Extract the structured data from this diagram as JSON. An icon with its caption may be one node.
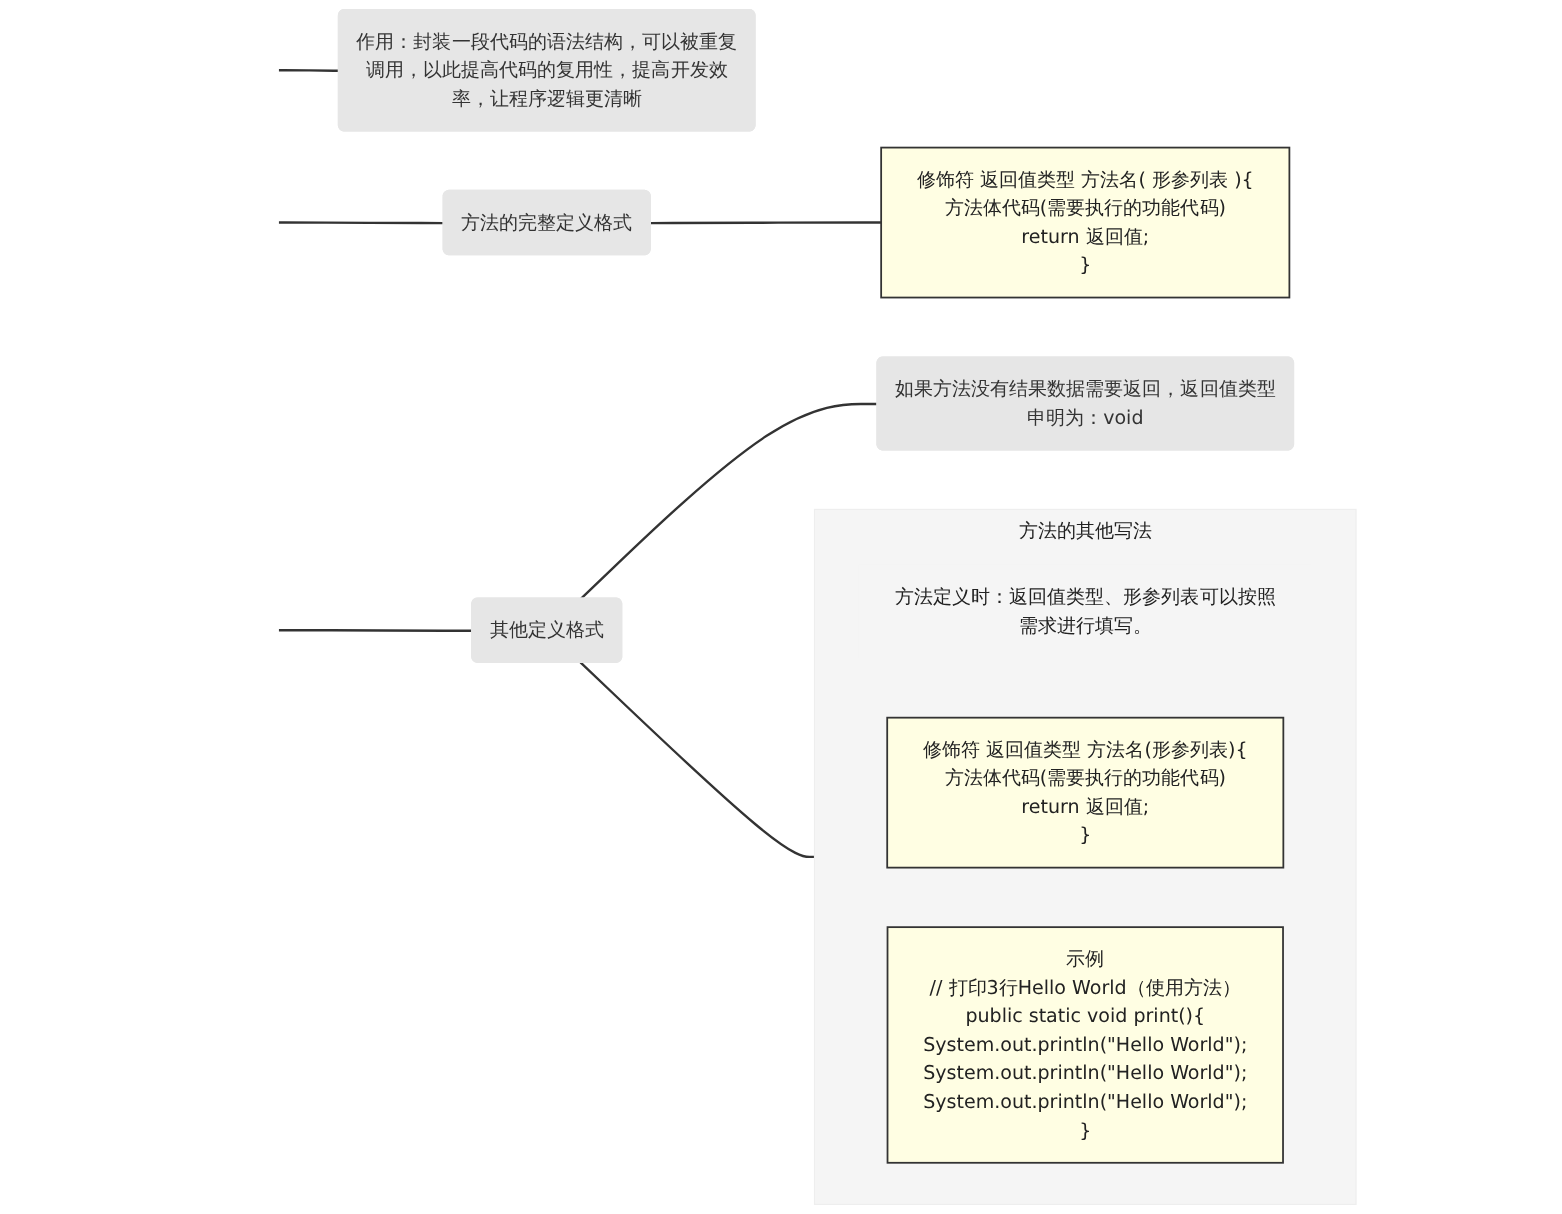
{
  "diagram": {
    "nodes": [
      {
        "text": [
          "作用：封装一段代码的语法结构，可以被重复调用，以此提高代码的复用性，提高开发效率，让程序逻辑更清晰"
        ]
      },
      {
        "text": [
          "方法的完整定义格式"
        ]
      },
      {
        "text": [
          "修饰符  返回值类型  方法名( 形参列表 ){",
          "方法体代码(需要执行的功能代码)",
          "return 返回值;",
          "}"
        ]
      },
      {
        "text": [
          "其他定义格式"
        ]
      },
      {
        "text": [
          "方法的其他写法"
        ]
      },
      {
        "text": [
          "方法定义时：返回值类型、形参列表可以按照需求进行填写。"
        ],
        "in": 4
      },
      {
        "text": [
          "修饰符  返回值类型  方法名(形参列表){",
          "方法体代码(需要执行的功能代码)",
          "return 返回值;",
          "}"
        ],
        "in": 4
      },
      {
        "text": [
          "示例",
          "// 打印3行Hello World（使用方法）",
          "public static void print(){",
          "System.out.println(\"Hello World\");",
          "System.out.println(\"Hello World\");",
          "System.out.println(\"Hello World\");",
          "}"
        ],
        "in": 4
      },
      {
        "text": [
          "如果方法没有结果数据需要返回，返回值类型申明为：void"
        ]
      }
    ],
    "edges": [
      {
        "from": null,
        "to": 0,
        "arrow": "none"
      },
      {
        "from": null,
        "to": 1,
        "arrow": "none"
      },
      {
        "from": 1,
        "to": 2,
        "arrow": "none"
      },
      {
        "from": null,
        "to": 3,
        "arrow": "none"
      },
      {
        "from": 3,
        "to": 4,
        "arrow": "none"
      },
      {
        "from": 3,
        "to": 8,
        "arrow": "none"
      }
    ]
  }
}
